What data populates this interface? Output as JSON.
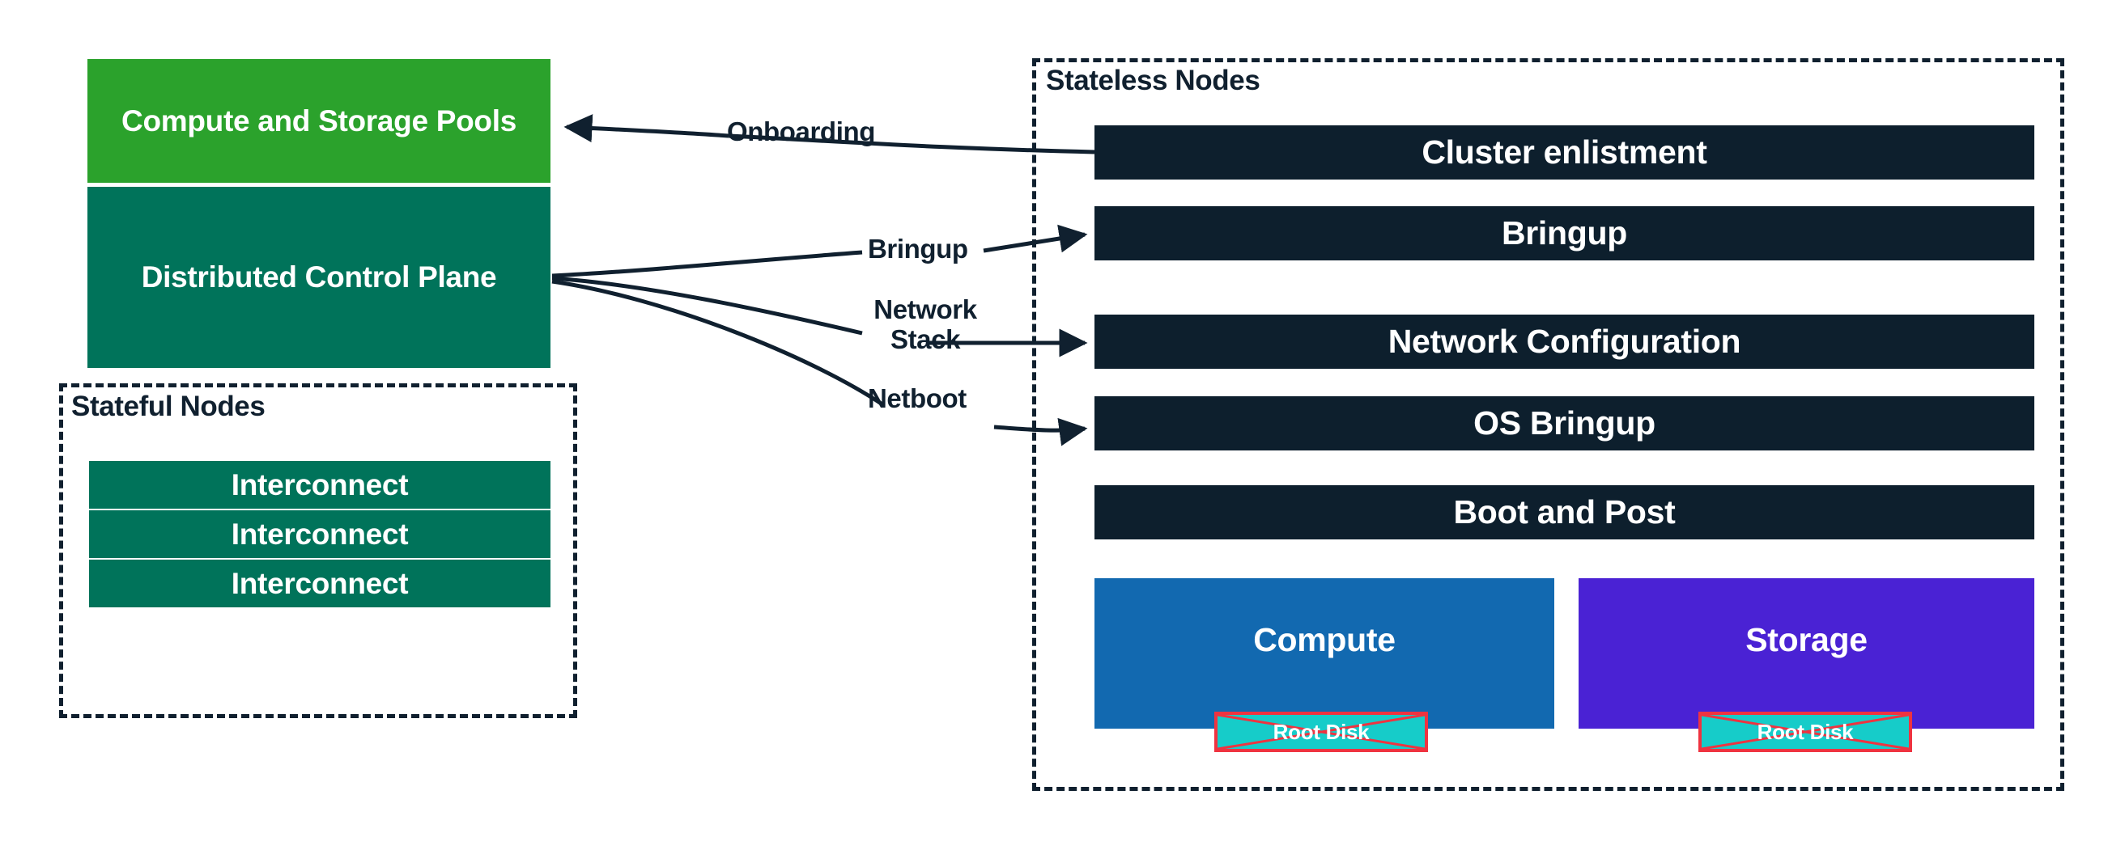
{
  "diagram": {
    "title": "Stateless node bringup architecture",
    "colors": {
      "green": "#2BA22C",
      "dark_teal": "#00735A",
      "navy": "#0D1F2D",
      "blue": "#1269B0",
      "purple": "#4A22D4",
      "cyan": "#16CCC9",
      "red": "#EF3340",
      "white": "#FFFFFF"
    }
  },
  "left_panel": {
    "pools_box": {
      "label": "Compute and Storage Pools",
      "color": "#2BA22C"
    },
    "control_plane_box": {
      "label": "Distributed Control Plane",
      "color": "#00735A"
    },
    "stateful_group": {
      "label": "Stateful Nodes",
      "border_style": "dashed",
      "items": [
        {
          "label": "Interconnect",
          "color": "#00735A"
        },
        {
          "label": "Interconnect",
          "color": "#00735A"
        },
        {
          "label": "Interconnect",
          "color": "#00735A"
        }
      ]
    }
  },
  "edges": [
    {
      "label": "Onboarding",
      "direction": "right-to-left"
    },
    {
      "label": "Bringup",
      "direction": "left-to-right"
    },
    {
      "label": "Network\nStack",
      "direction": "left-to-right"
    },
    {
      "label": "Netboot",
      "direction": "left-to-right"
    }
  ],
  "right_panel": {
    "stateless_group": {
      "label": "Stateless Nodes",
      "border_style": "dashed",
      "stages": [
        {
          "label": "Cluster enlistment",
          "color": "#0D1F2D"
        },
        {
          "label": "Bringup",
          "color": "#0D1F2D"
        },
        {
          "label": "Network Configuration",
          "color": "#0D1F2D"
        },
        {
          "label": "OS Bringup",
          "color": "#0D1F2D"
        },
        {
          "label": "Boot and Post",
          "color": "#0D1F2D"
        }
      ],
      "node_types": [
        {
          "label": "Compute",
          "color": "#1269B0",
          "root_disk": {
            "label": "Root Disk",
            "color": "#16CCC9",
            "struck_out": true,
            "strike_color": "#EF3340"
          }
        },
        {
          "label": "Storage",
          "color": "#4A22D4",
          "root_disk": {
            "label": "Root Disk",
            "color": "#16CCC9",
            "struck_out": true,
            "strike_color": "#EF3340"
          }
        }
      ]
    }
  }
}
